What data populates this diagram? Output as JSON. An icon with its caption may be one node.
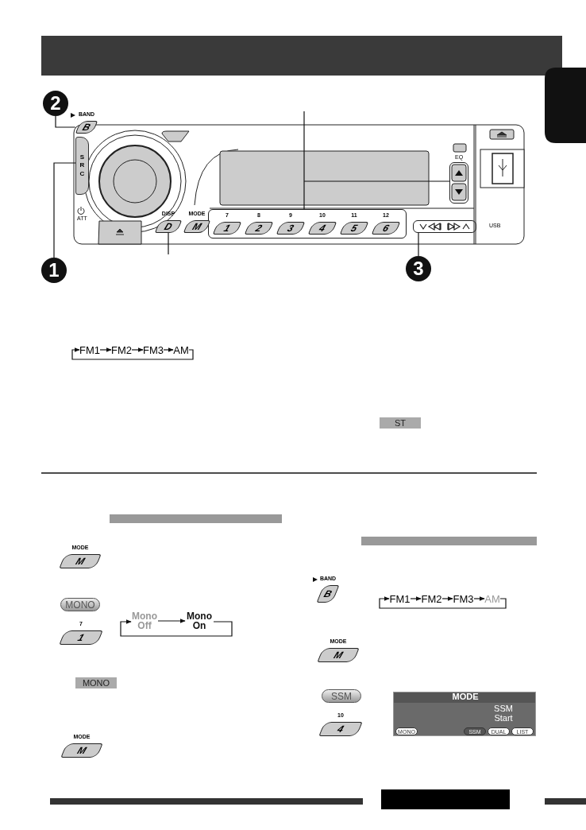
{
  "diagram": {
    "nodes": [
      {
        "text": [
          "2"
        ]
      },
      {
        "text": [
          "B"
        ],
        "beside": [
          "BAND"
        ]
      },
      {
        "text": [
          "1"
        ]
      },
      {
        "text": [
          "S R C"
        ]
      },
      {
        "text": [],
        "shape": "box"
      },
      {
        "text": [
          "1"
        ],
        "in": 4,
        "beside": [
          "7"
        ]
      },
      {
        "text": [
          "2"
        ],
        "in": 4,
        "beside": [
          "8"
        ]
      },
      {
        "text": [
          "3"
        ],
        "in": 4,
        "beside": [
          "9"
        ]
      },
      {
        "text": [
          "4"
        ],
        "in": 4,
        "beside": [
          "10"
        ]
      },
      {
        "text": [
          "5"
        ],
        "in": 4,
        "beside": [
          "11"
        ]
      },
      {
        "text": [
          "6"
        ],
        "in": 4,
        "beside": [
          "12"
        ]
      },
      {
        "text": [],
        "shape": "box"
      },
      {
        "text": [
          "D"
        ],
        "beside": [
          "DISP"
        ]
      },
      {
        "text": [
          "M"
        ],
        "beside": [
          "MODE"
        ]
      },
      {
        "text": [],
        "shape": "box"
      },
      {
        "text": [
          "3"
        ]
      },
      {
        "text": [
          "FM1"
        ]
      },
      {
        "text": [
          "FM2"
        ]
      },
      {
        "text": [
          "FM3"
        ]
      },
      {
        "text": [
          "AM"
        ]
      },
      {
        "text": [
          "M"
        ],
        "beside": [
          "MODE"
        ]
      },
      {
        "text": [
          "MONO"
        ]
      },
      {
        "text": [
          "1"
        ],
        "beside": [
          "7"
        ]
      },
      {
        "text": [
          "Mono Off"
        ]
      },
      {
        "text": [
          "Mono On"
        ]
      },
      {
        "text": [
          "MONO"
        ]
      },
      {
        "text": [
          "M"
        ],
        "beside": [
          "MODE"
        ]
      },
      {
        "text": [
          "B"
        ],
        "beside": [
          "BAND"
        ]
      },
      {
        "text": [
          "FM1"
        ]
      },
      {
        "text": [
          "FM2"
        ]
      },
      {
        "text": [
          "FM3"
        ]
      },
      {
        "text": [
          "AM"
        ]
      },
      {
        "text": [
          "M"
        ],
        "beside": [
          "MODE"
        ]
      },
      {
        "text": [
          "SSM"
        ]
      },
      {
        "text": [
          "4"
        ],
        "beside": [
          "10"
        ]
      },
      {
        "text": [
          "MODE",
          "SSM Start"
        ]
      },
      {
        "text": [
          "MONO"
        ],
        "in": 35
      },
      {
        "text": [
          "SSM"
        ],
        "in": 35
      },
      {
        "text": [
          "DUAL"
        ],
        "in": 35
      },
      {
        "text": [
          "LIST"
        ],
        "in": 35
      },
      {
        "text": [
          "ST"
        ]
      }
    ],
    "edges": [
      {
        "from": 0,
        "to": 1,
        "arrow": "none"
      },
      {
        "from": 2,
        "to": 3,
        "arrow": "none"
      },
      {
        "from": 15,
        "to": 14,
        "arrow": "none"
      },
      {
        "from": null,
        "to": 4,
        "arrow": "none"
      },
      {
        "from": null,
        "to": 11,
        "arrow": "none"
      },
      {
        "from": 12,
        "to": null,
        "arrow": "none"
      },
      {
        "from": 16,
        "to": 17,
        "arrow": "to"
      },
      {
        "from": 17,
        "to": 18,
        "arrow": "to"
      },
      {
        "from": 18,
        "to": 19,
        "arrow": "to"
      },
      {
        "from": 19,
        "to": 16,
        "arrow": "to"
      },
      {
        "from": 23,
        "to": 24,
        "arrow": "to"
      },
      {
        "from": 24,
        "to": 23,
        "arrow": "to"
      },
      {
        "from": 28,
        "to": 29,
        "arrow": "to"
      },
      {
        "from": 29,
        "to": 30,
        "arrow": "to"
      },
      {
        "from": 30,
        "to": 31,
        "arrow": "to"
      },
      {
        "from": 31,
        "to": 28,
        "arrow": "to"
      }
    ],
    "labels": [
      "EQ",
      "ATT",
      "USB"
    ]
  }
}
